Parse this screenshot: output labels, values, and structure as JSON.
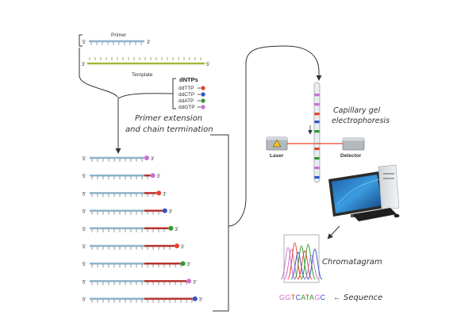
{
  "labels": {
    "primer": "Primer",
    "template": "Template",
    "five_prime": "5'",
    "three_prime": "3'",
    "dntps_title": "dNTPs",
    "primer_extension_line1": "Primer extension",
    "primer_extension_line2": "and chain termination",
    "capillary_line1": "Capillary gel",
    "capillary_line2": "electrophoresis",
    "laser": "Laser",
    "detector": "Detector",
    "chromatogram": "Chromatagram",
    "sequence_label": "Sequence",
    "sequence_arrow": "←"
  },
  "ddntps": [
    {
      "name": "ddTTP",
      "color": "#e8402a"
    },
    {
      "name": "ddCTP",
      "color": "#2f52c8"
    },
    {
      "name": "ddATP",
      "color": "#2e9a2e"
    },
    {
      "name": "ddGTP",
      "color": "#cc6fd0"
    }
  ],
  "fragments": [
    {
      "terminator": "G"
    },
    {
      "terminator": "G"
    },
    {
      "terminator": "T"
    },
    {
      "terminator": "C"
    },
    {
      "terminator": "A"
    },
    {
      "terminator": "T"
    },
    {
      "terminator": "A"
    },
    {
      "terminator": "G"
    },
    {
      "terminator": "C"
    }
  ],
  "sequence": [
    {
      "base": "G",
      "color": "#cc6fd0"
    },
    {
      "base": "G",
      "color": "#cc6fd0"
    },
    {
      "base": "T",
      "color": "#e8402a"
    },
    {
      "base": "C",
      "color": "#2f52c8"
    },
    {
      "base": "A",
      "color": "#2e9a2e"
    },
    {
      "base": "T",
      "color": "#e8402a"
    },
    {
      "base": "A",
      "color": "#2e9a2e"
    },
    {
      "base": "G",
      "color": "#cc6fd0"
    },
    {
      "base": "C",
      "color": "#2f52c8"
    }
  ],
  "colors": {
    "primer_strand": "#8fb3c9",
    "template_strand": "#9fb93a",
    "extension_strand": "#b8322c",
    "laser_beam": "#e8402a",
    "arrow": "#333333"
  }
}
